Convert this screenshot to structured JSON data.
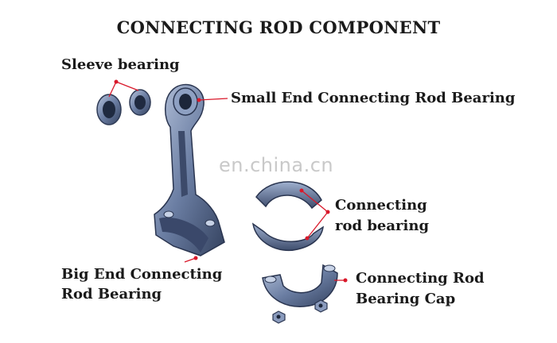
{
  "title": "CONNECTING ROD COMPONENT",
  "labels": {
    "sleeve_bearing": "Sleeve bearing",
    "small_end": "Small End Connecting Rod Bearing",
    "connecting_rod_bearing_line1": "Connecting",
    "connecting_rod_bearing_line2": "rod bearing",
    "big_end_line1": "Big End Connecting",
    "big_end_line2": "Rod Bearing",
    "bearing_cap_line1": "Connecting Rod",
    "bearing_cap_line2": "Bearing Cap"
  },
  "watermark": "en.china.cn",
  "colors": {
    "part_fill": "#5c6f93",
    "part_light": "#a9b9d4",
    "part_dark": "#2e3a55",
    "leader": "#d9182a"
  }
}
